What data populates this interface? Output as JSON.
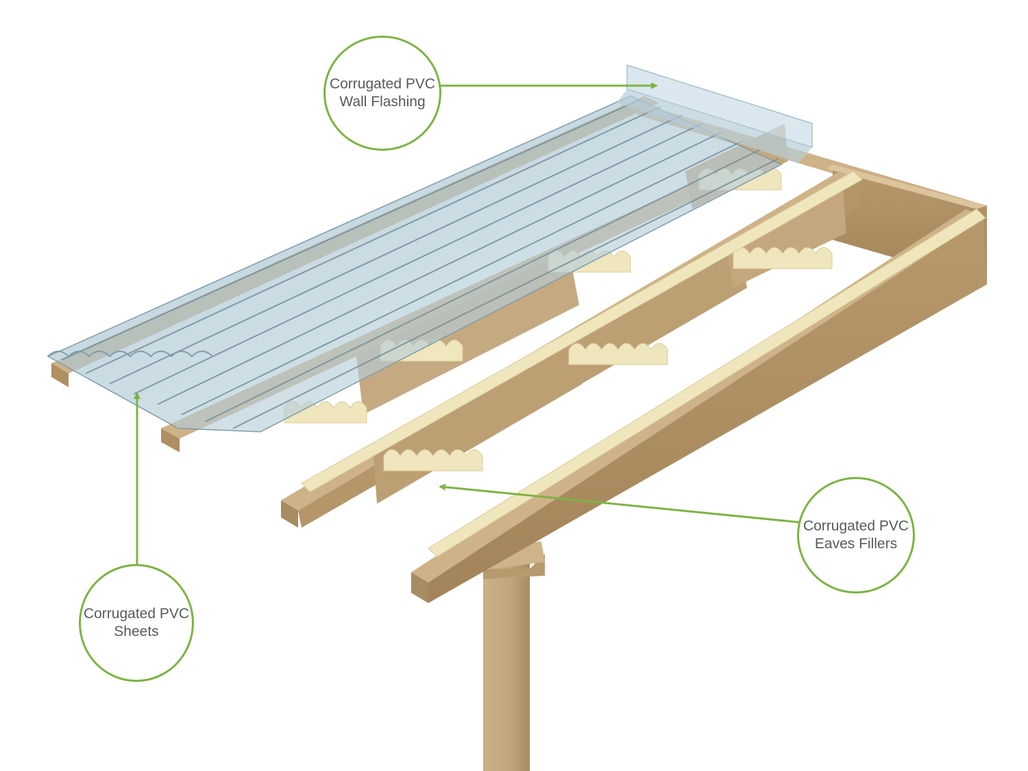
{
  "colors": {
    "accent": "#7cb342",
    "timber": "#c8ab82",
    "timber_dark": "#a98b61",
    "filler": "#efe6bd",
    "sheet": "#a9c6d4",
    "label_text": "#555a5e"
  },
  "callouts": [
    {
      "id": "wall-flashing",
      "line1": "Corrugated PVC",
      "line2": "Wall Flashing"
    },
    {
      "id": "sheets",
      "line1": "Corrugated PVC",
      "line2": "Sheets"
    },
    {
      "id": "eaves-fillers",
      "line1": "Corrugated PVC",
      "line2": "Eaves Fillers"
    }
  ]
}
